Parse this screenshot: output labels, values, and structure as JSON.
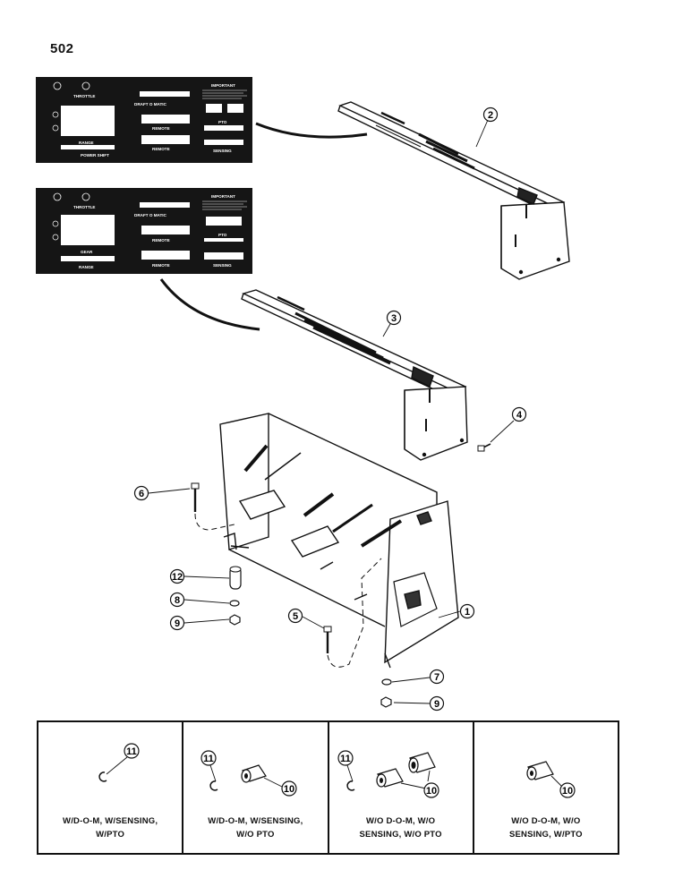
{
  "page": {
    "number": "502"
  },
  "callouts": {
    "c1": "1",
    "c2": "2",
    "c3": "3",
    "c4": "4",
    "c5": "5",
    "c6": "6",
    "c7": "7",
    "c8": "8",
    "c9a": "9",
    "c9b": "9",
    "c12": "12"
  },
  "decal_a": {
    "throttle": "THROTTLE",
    "draft_o_matic": "DRAFT O MATIC",
    "important": "IMPORTANT",
    "range": "RANGE",
    "remote1": "REMOTE",
    "remote2": "REMOTE",
    "pto": "PTO",
    "sensing": "SENSING",
    "power_shift": "POWER SHIFT"
  },
  "decal_b": {
    "throttle": "THROTTLE",
    "draft_o_matic": "DRAFT O MATIC",
    "important": "IMPORTANT",
    "gear": "GEAR",
    "range": "RANGE",
    "remote1": "REMOTE",
    "remote2": "REMOTE",
    "pto": "PTO",
    "sensing": "SENSING"
  },
  "configurations": [
    {
      "caption": "W/D-O-M, W/SENSING,\nW/PTO",
      "callouts": [
        "11"
      ]
    },
    {
      "caption": "W/D-O-M, W/SENSING,\nW/O PTO",
      "callouts": [
        "11",
        "10"
      ]
    },
    {
      "caption": "W/O D-O-M, W/O\nSENSING, W/O PTO",
      "callouts": [
        "11",
        "10"
      ]
    },
    {
      "caption": "W/O D-O-M, W/O\nSENSING, W/PTO",
      "callouts": [
        "10"
      ]
    }
  ]
}
